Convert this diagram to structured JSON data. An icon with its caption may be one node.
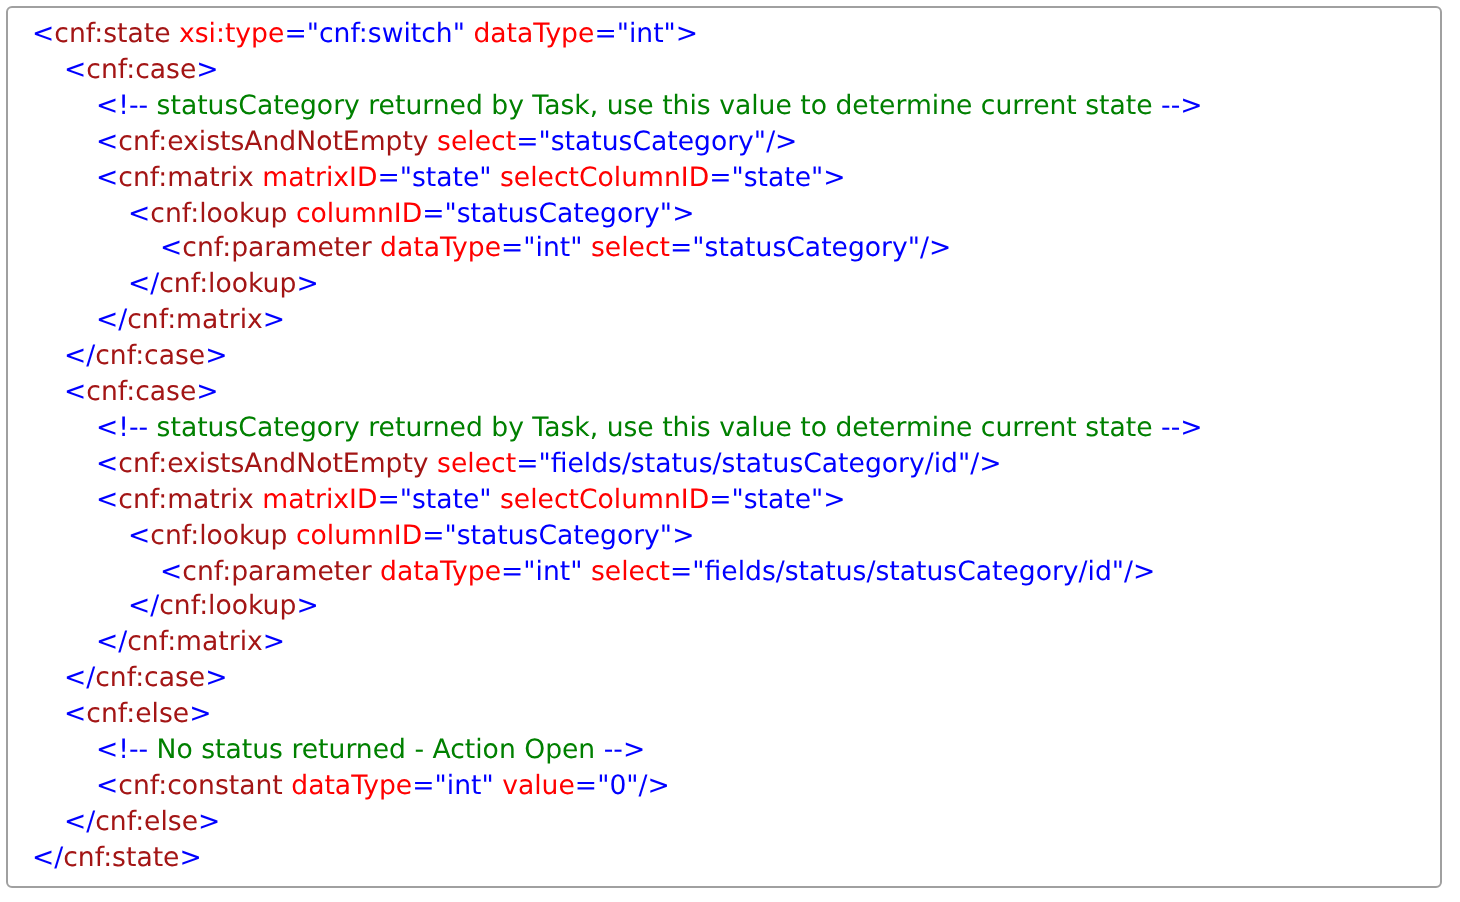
{
  "diagram": {
    "labels": [
      "<cnf:state xsi:type=\"cnf:switch\" dataType=\"int\">",
      "<cnf:case>",
      "<!-- statusCategory returned by Task, use this value to determine current state -->",
      "<cnf:existsAndNotEmpty select=\"statusCategory\"/>",
      "<cnf:matrix matrixID=\"state\" selectColumnID=\"state\">",
      "<cnf:lookup columnID=\"statusCategory\">",
      "<cnf:parameter dataType=\"int\" select=\"statusCategory\"/>",
      "</cnf:lookup>",
      "</cnf:matrix>",
      "</cnf:case>",
      "<cnf:case>",
      "<!-- statusCategory returned by Task, use this value to determine current state -->",
      "<cnf:existsAndNotEmpty select=\"fields/status/statusCategory/id\"/>",
      "<cnf:matrix matrixID=\"state\" selectColumnID=\"state\">",
      "<cnf:lookup columnID=\"statusCategory\">",
      "<cnf:parameter dataType=\"int\" select=\"fields/status/statusCategory/id\"/>",
      "</cnf:lookup>",
      "</cnf:matrix>",
      "</cnf:case>",
      "<cnf:else>",
      "<!-- No status returned - Action Open -->",
      "<cnf:constant dataType=\"int\" value=\"0\"/>",
      "</cnf:else>",
      "</cnf:state>"
    ]
  }
}
